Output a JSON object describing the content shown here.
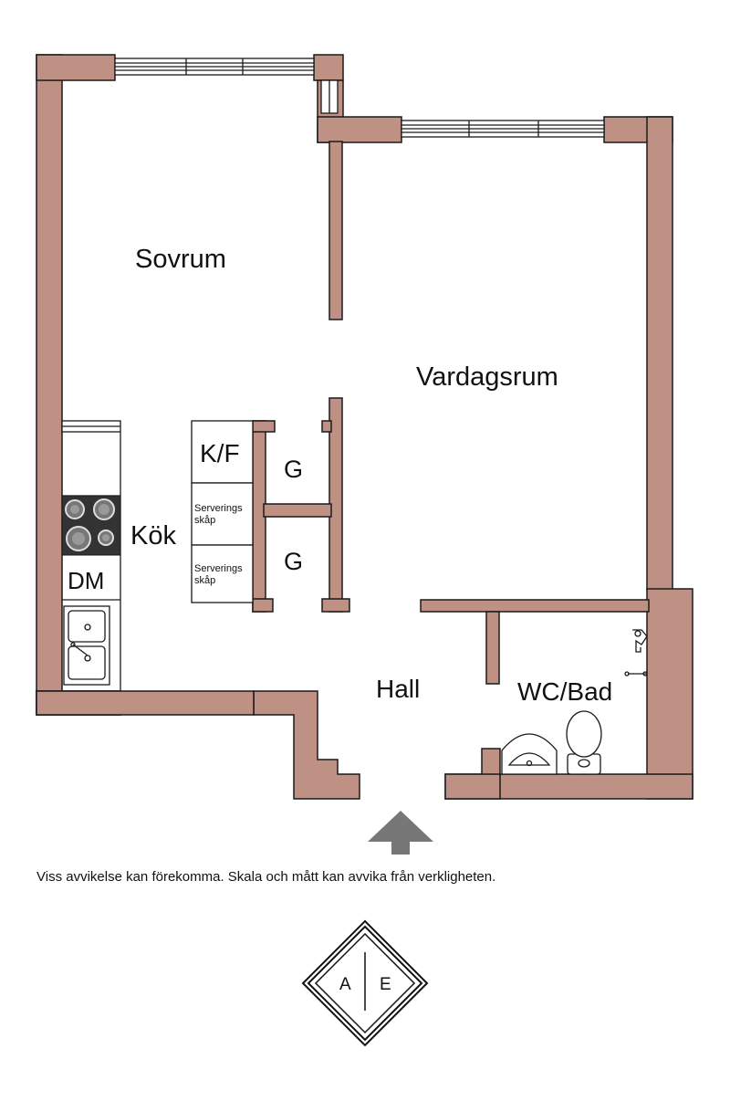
{
  "rooms": {
    "sovrum": "Sovrum",
    "vardagsrum": "Vardagsrum",
    "kok": "Kök",
    "kf": "K/F",
    "dm": "DM",
    "g1": "G",
    "g2": "G",
    "serv1_line1": "Serverings",
    "serv1_line2": "skåp",
    "serv2_line1": "Serverings",
    "serv2_line2": "skåp",
    "hall": "Hall",
    "wcbad": "WC/Bad"
  },
  "disclaimer": "Viss avvikelse kan förekomma. Skala och mått kan avvika från verkligheten.",
  "logo": {
    "left": "A",
    "right": "E"
  },
  "colors": {
    "wall": "#bf9185",
    "line": "#1a1a1a",
    "arrow": "#777777",
    "stove": "#333333"
  },
  "icons": [
    "entrance-arrow-icon",
    "stove-icon",
    "sink-icon",
    "toilet-icon",
    "washbasin-icon",
    "shower-icon",
    "logo-icon"
  ]
}
